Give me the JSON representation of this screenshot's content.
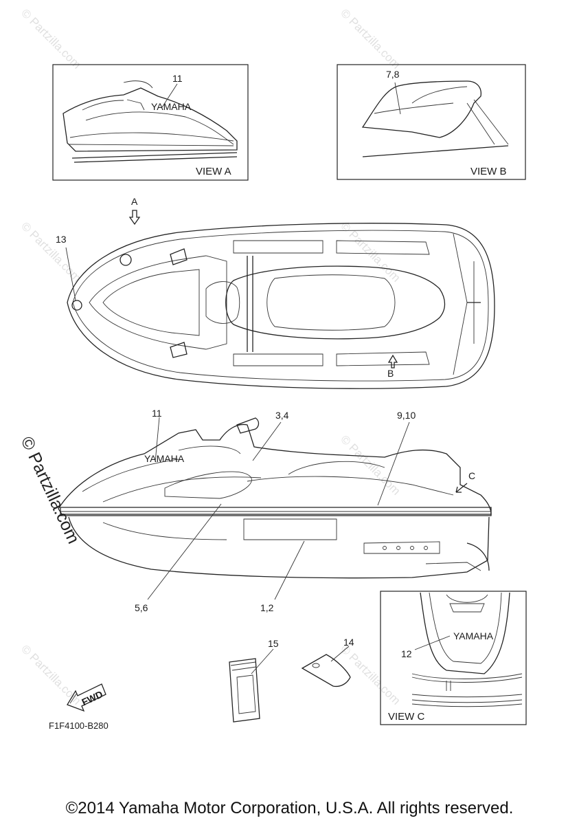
{
  "watermark": {
    "text": "© Partzilla.com",
    "side_text": "© Partzilla.com"
  },
  "views": {
    "a": {
      "label": "VIEW A",
      "callout": "A"
    },
    "b": {
      "label": "VIEW B",
      "callout": "B"
    },
    "c": {
      "label": "VIEW C",
      "callout": "C"
    }
  },
  "callouts": {
    "c11_view_a": "11",
    "c7_8": "7,8",
    "c13": "13",
    "c11_side": "11",
    "c3_4": "3,4",
    "c9_10": "9,10",
    "c5_6": "5,6",
    "c1_2": "1,2",
    "c12": "12",
    "c15": "15",
    "c14": "14"
  },
  "fwd_label": "FWD",
  "diagram_code": "F1F4100-B280",
  "copyright": "©2014 Yamaha Motor Corporation, U.S.A. All rights reserved.",
  "brand_decal": "YAMAHA"
}
